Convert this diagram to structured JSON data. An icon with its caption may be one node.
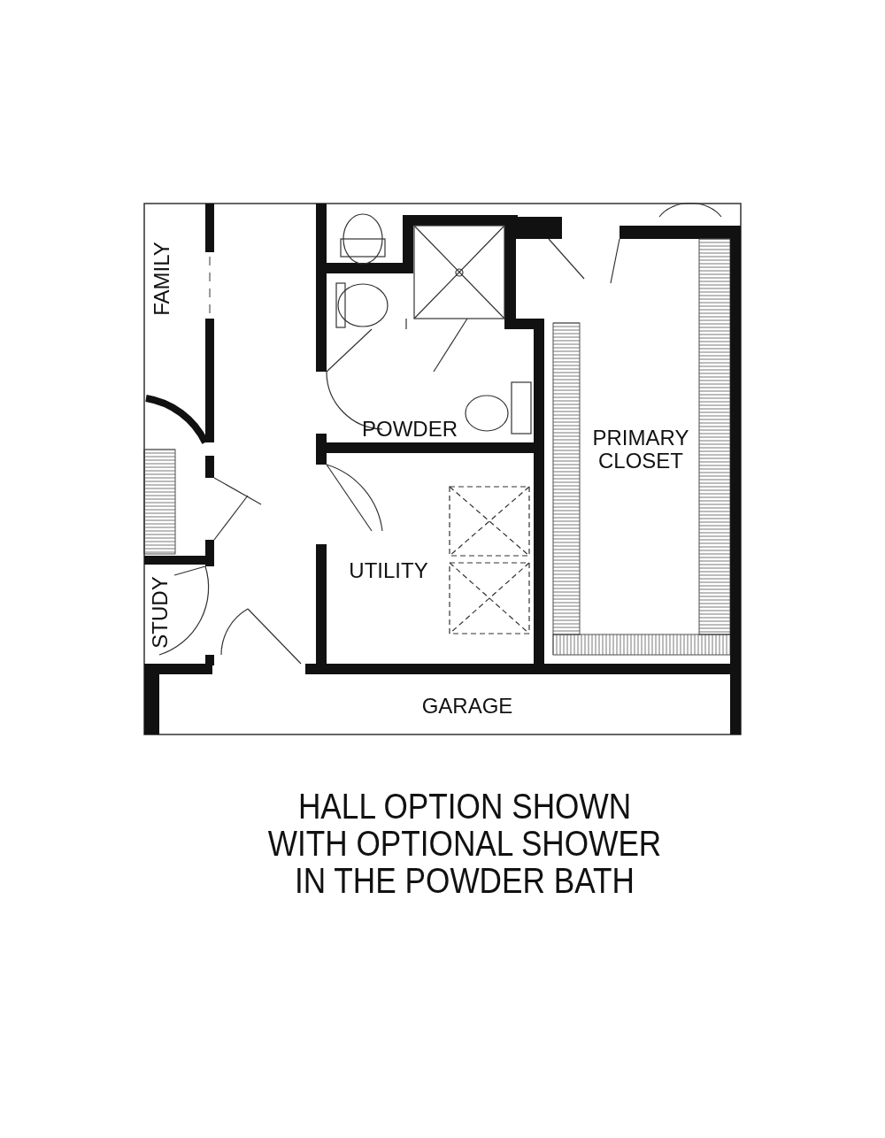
{
  "diagram": {
    "caption": "HALL OPTION SHOWN WITH OPTIONAL SHOWER IN THE POWDER BATH",
    "labels": [
      "FAMILY",
      "POWDER",
      "PRIMARY CLOSET",
      "UTILITY",
      "STUDY",
      "GARAGE"
    ]
  }
}
